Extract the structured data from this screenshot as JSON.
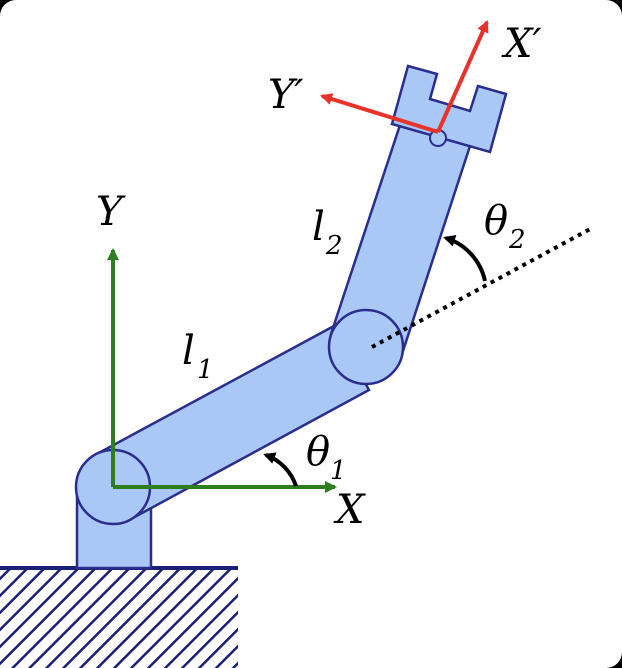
{
  "labels": {
    "base_x_axis": "X",
    "base_y_axis": "Y",
    "end_x_axis": "X′",
    "end_y_axis": "Y′",
    "link1_letter": "l",
    "link1_index": "1",
    "link2_letter": "l",
    "link2_index": "2",
    "theta1_letter": "θ",
    "theta1_index": "1",
    "theta2_letter": "θ",
    "theta2_index": "2"
  },
  "colors": {
    "link_fill": "#A9C8F5",
    "link_stroke": "#2B2D8C",
    "ground_hatch": "#1A1F7A",
    "base_frame": "#2E7D1E",
    "end_frame": "#E8332A",
    "angle_arrow": "#000000",
    "background": "#FFFFFF"
  }
}
